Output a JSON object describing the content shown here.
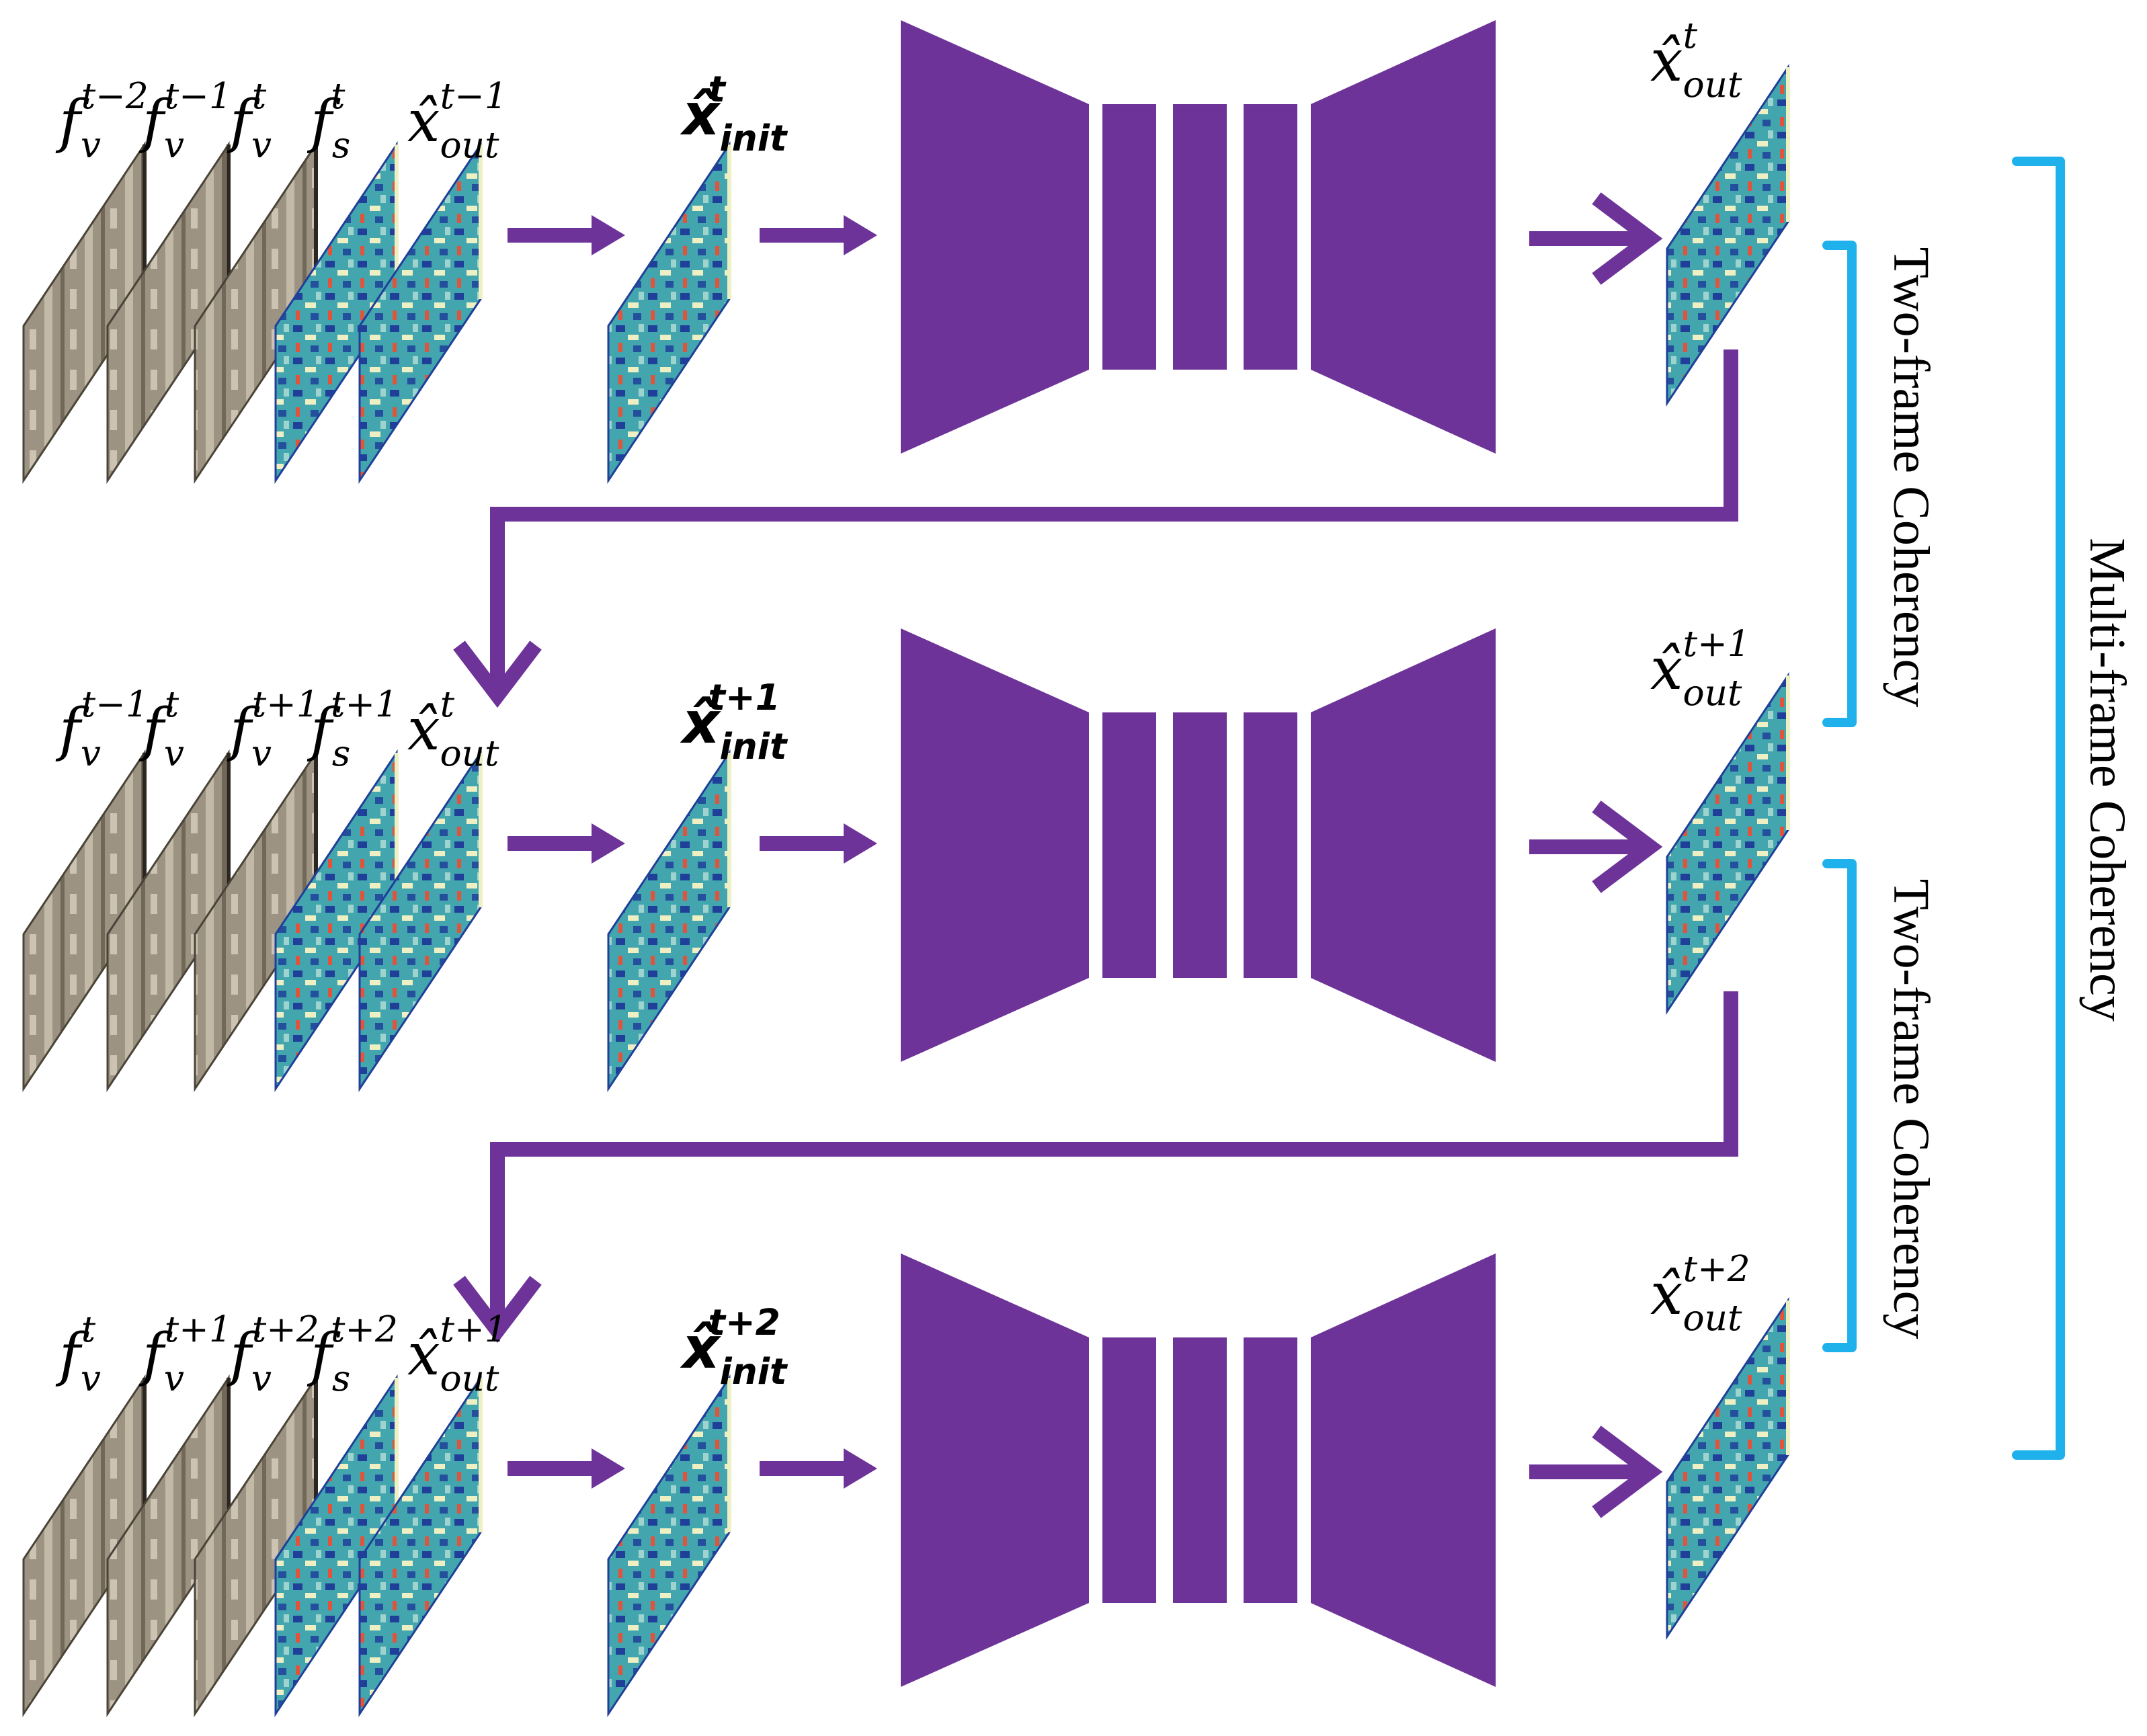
{
  "colors": {
    "network": "#6d3399",
    "arrow": "#6d3399",
    "bracket": "#1fb1ec",
    "video_frame": "#9d9383",
    "video_frame_dark": "#4a4438",
    "semantic_frame": "#43a6ae",
    "semantic_accent": "#1f3f99",
    "semantic_hot": "#e2533b",
    "semantic_light": "#eef0c4"
  },
  "icons": {
    "arrow": "arrow-right-icon",
    "down_arrow": "arrow-down-icon",
    "network": "encoder-decoder-icon",
    "frame": "frame-thumbnail-icon"
  },
  "rows": [
    {
      "inputs": [
        {
          "base": "f",
          "sub": "v",
          "sup": "t−2",
          "kind": "video"
        },
        {
          "base": "f",
          "sub": "v",
          "sup": "t−1",
          "kind": "video"
        },
        {
          "base": "f",
          "sub": "v",
          "sup": "t",
          "kind": "video"
        },
        {
          "base": "f",
          "sub": "s",
          "sup": "t",
          "kind": "semantic"
        },
        {
          "base": "x̂",
          "sub": "out",
          "sup": "t−1",
          "kind": "semantic"
        }
      ],
      "init": {
        "base": "x̂",
        "sub": "init",
        "sup": "t"
      },
      "output": {
        "base": "x̂",
        "sub": "out",
        "sup": "t"
      }
    },
    {
      "inputs": [
        {
          "base": "f",
          "sub": "v",
          "sup": "t−1",
          "kind": "video"
        },
        {
          "base": "f",
          "sub": "v",
          "sup": "t",
          "kind": "video"
        },
        {
          "base": "f",
          "sub": "v",
          "sup": "t+1",
          "kind": "video"
        },
        {
          "base": "f",
          "sub": "s",
          "sup": "t+1",
          "kind": "semantic"
        },
        {
          "base": "x̂",
          "sub": "out",
          "sup": "t",
          "kind": "semantic"
        }
      ],
      "init": {
        "base": "x̂",
        "sub": "init",
        "sup": "t+1"
      },
      "output": {
        "base": "x̂",
        "sub": "out",
        "sup": "t+1"
      }
    },
    {
      "inputs": [
        {
          "base": "f",
          "sub": "v",
          "sup": "t",
          "kind": "video"
        },
        {
          "base": "f",
          "sub": "v",
          "sup": "t+1",
          "kind": "video"
        },
        {
          "base": "f",
          "sub": "v",
          "sup": "t+2",
          "kind": "video"
        },
        {
          "base": "f",
          "sub": "s",
          "sup": "t+2",
          "kind": "semantic"
        },
        {
          "base": "x̂",
          "sub": "out",
          "sup": "t+1",
          "kind": "semantic"
        }
      ],
      "init": {
        "base": "x̂",
        "sub": "init",
        "sup": "t+2"
      },
      "output": {
        "base": "x̂",
        "sub": "out",
        "sup": "t+2"
      }
    }
  ],
  "brackets": {
    "two_frame_upper": "Two-frame Coherency",
    "two_frame_lower": "Two-frame Coherency",
    "multi_frame": "Multi-frame Coherency"
  }
}
